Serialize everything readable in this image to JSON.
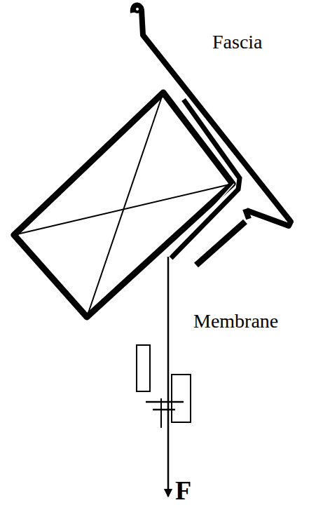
{
  "diagram": {
    "labels": [
      "Fascia",
      "Membrane",
      "F"
    ]
  }
}
